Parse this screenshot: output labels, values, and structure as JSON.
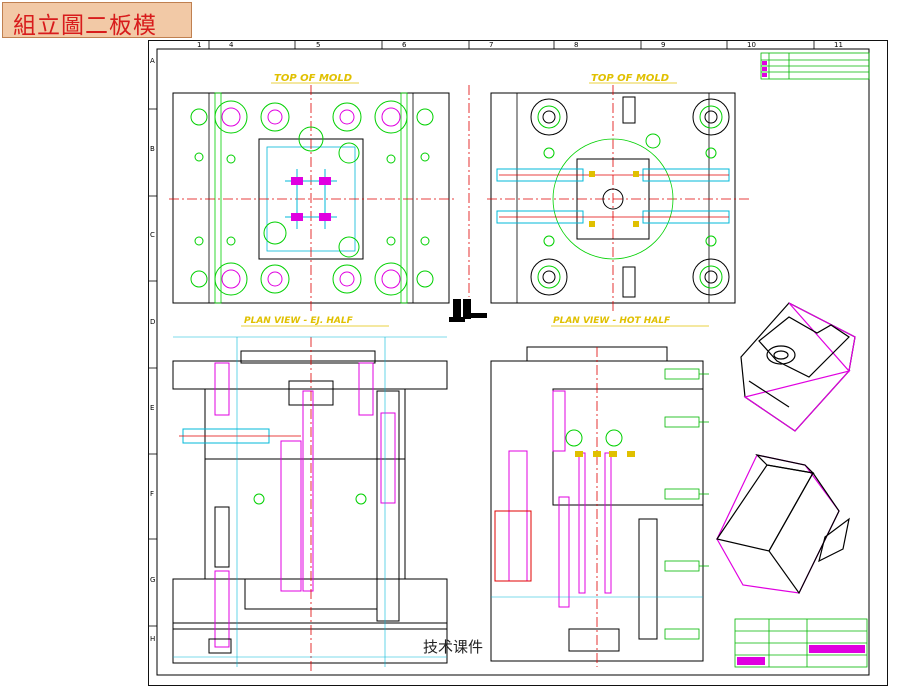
{
  "slide": {
    "title": "組立圖二板模",
    "caption": "技术课件"
  },
  "drawing": {
    "view_top_left": "TOP OF MOLD",
    "view_top_right": "TOP OF MOLD",
    "view_plan_left": "PLAN VIEW - EJ. HALF",
    "view_plan_right": "PLAN VIEW - HOT HALF",
    "border_columns": [
      "1",
      "4",
      "5",
      "6",
      "7",
      "8",
      "9",
      "10",
      "11"
    ],
    "border_rows": [
      "A",
      "B",
      "C",
      "D",
      "E",
      "F",
      "G",
      "H"
    ]
  },
  "colors": {
    "title_bg": "#f2c9a6",
    "title_text": "#d81c1c",
    "cad_green": "#00d000",
    "cad_cyan": "#00b8d8",
    "cad_red": "#e00000",
    "cad_magenta": "#e000e0",
    "cad_yellow": "#e0c000",
    "cad_black": "#000000"
  }
}
